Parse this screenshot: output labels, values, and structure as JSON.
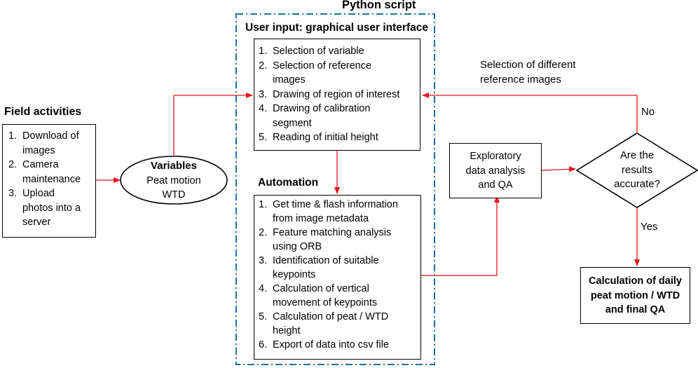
{
  "python_script_title": "Python script",
  "field": {
    "title": "Field activities",
    "steps": [
      {
        "num": "1.",
        "lines": [
          "Download of",
          "images"
        ]
      },
      {
        "num": "2.",
        "lines": [
          "Camera",
          "maintenance"
        ]
      },
      {
        "num": "3.",
        "lines": [
          "Upload",
          "photos into a",
          "server"
        ]
      }
    ]
  },
  "variables": {
    "title": "Variables",
    "items": [
      "Peat motion",
      "WTD"
    ]
  },
  "user_input": {
    "title": "User input: graphical user interface",
    "steps": [
      {
        "num": "1.",
        "lines": [
          "Selection of variable"
        ]
      },
      {
        "num": "2.",
        "lines": [
          "Selection of reference",
          "images"
        ]
      },
      {
        "num": "3.",
        "lines": [
          "Drawing of region of interest"
        ]
      },
      {
        "num": "4.",
        "lines": [
          "Drawing of calibration",
          "segment"
        ]
      },
      {
        "num": "5.",
        "lines": [
          "Reading of initial height"
        ]
      }
    ]
  },
  "automation": {
    "title": "Automation",
    "steps": [
      {
        "num": "1.",
        "lines": [
          "Get time & flash information",
          "from image metadata"
        ]
      },
      {
        "num": "2.",
        "lines": [
          "Feature matching analysis",
          "using ORB"
        ]
      },
      {
        "num": "3.",
        "lines": [
          "Identification of suitable",
          "keypoints"
        ]
      },
      {
        "num": "4.",
        "lines": [
          "Calculation of vertical",
          "movement of keypoints"
        ]
      },
      {
        "num": "5.",
        "lines": [
          "Calculation of peat / WTD",
          "height"
        ]
      },
      {
        "num": "6.",
        "lines": [
          "Export of data into csv file"
        ]
      }
    ]
  },
  "exploratory": {
    "lines": [
      "Exploratory",
      "data analysis",
      "and QA"
    ]
  },
  "decision": {
    "lines": [
      "Are the",
      "results",
      "accurate?"
    ]
  },
  "final": {
    "lines": [
      "Calculation of daily",
      "peat motion / WTD",
      "and final QA"
    ]
  },
  "labels": {
    "no": "No",
    "yes": "Yes",
    "reference_feedback": [
      "Selection of different",
      "reference images"
    ]
  },
  "colors": {
    "arrow": "#e8141c",
    "dashdot": "#1f6f9f",
    "box_border": "#000000"
  }
}
